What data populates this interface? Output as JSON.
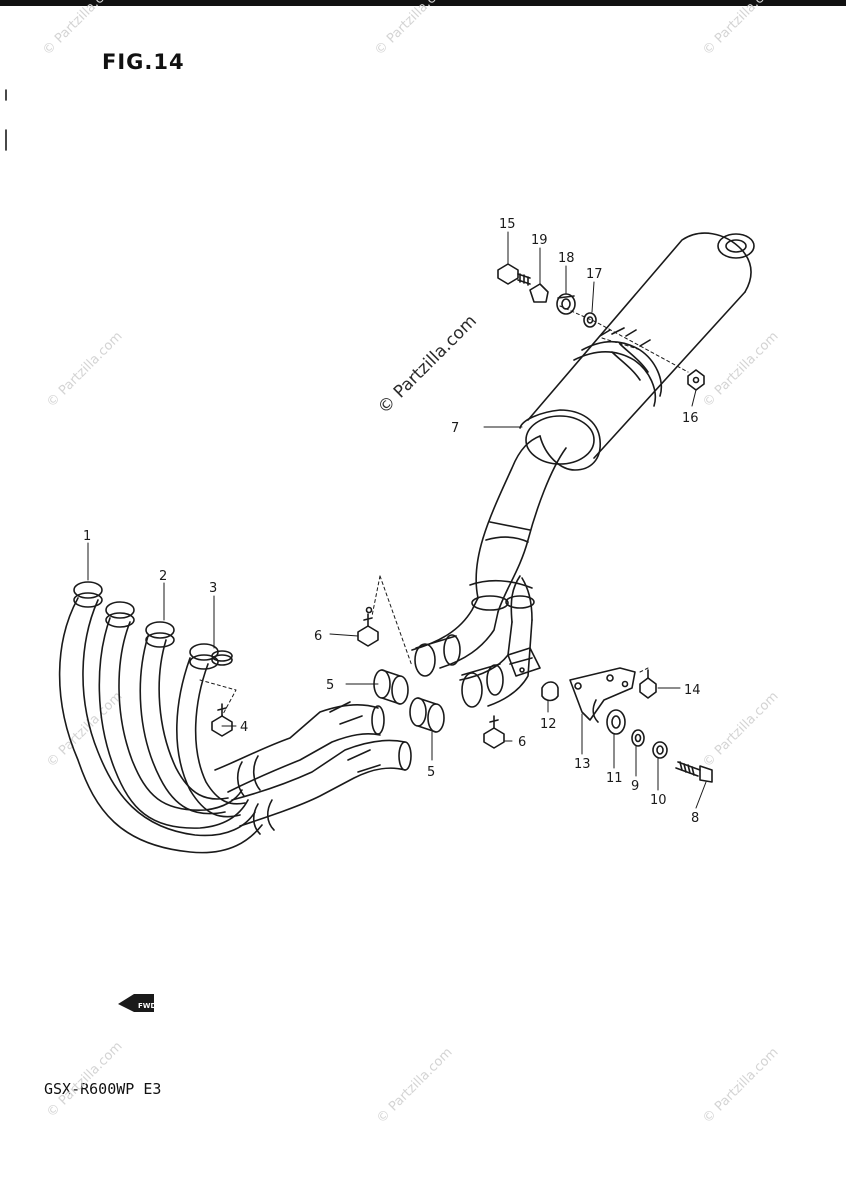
{
  "figure": {
    "title": "FIG.14",
    "model": "GSX-R600WP E3"
  },
  "watermark": {
    "text": "© Partzilla.com"
  },
  "fwd_badge": "FWD",
  "callouts": [
    "1",
    "2",
    "3",
    "4",
    "5",
    "5",
    "6",
    "6",
    "7",
    "8",
    "9",
    "10",
    "11",
    "12",
    "13",
    "14",
    "15",
    "16",
    "17",
    "18",
    "19"
  ]
}
